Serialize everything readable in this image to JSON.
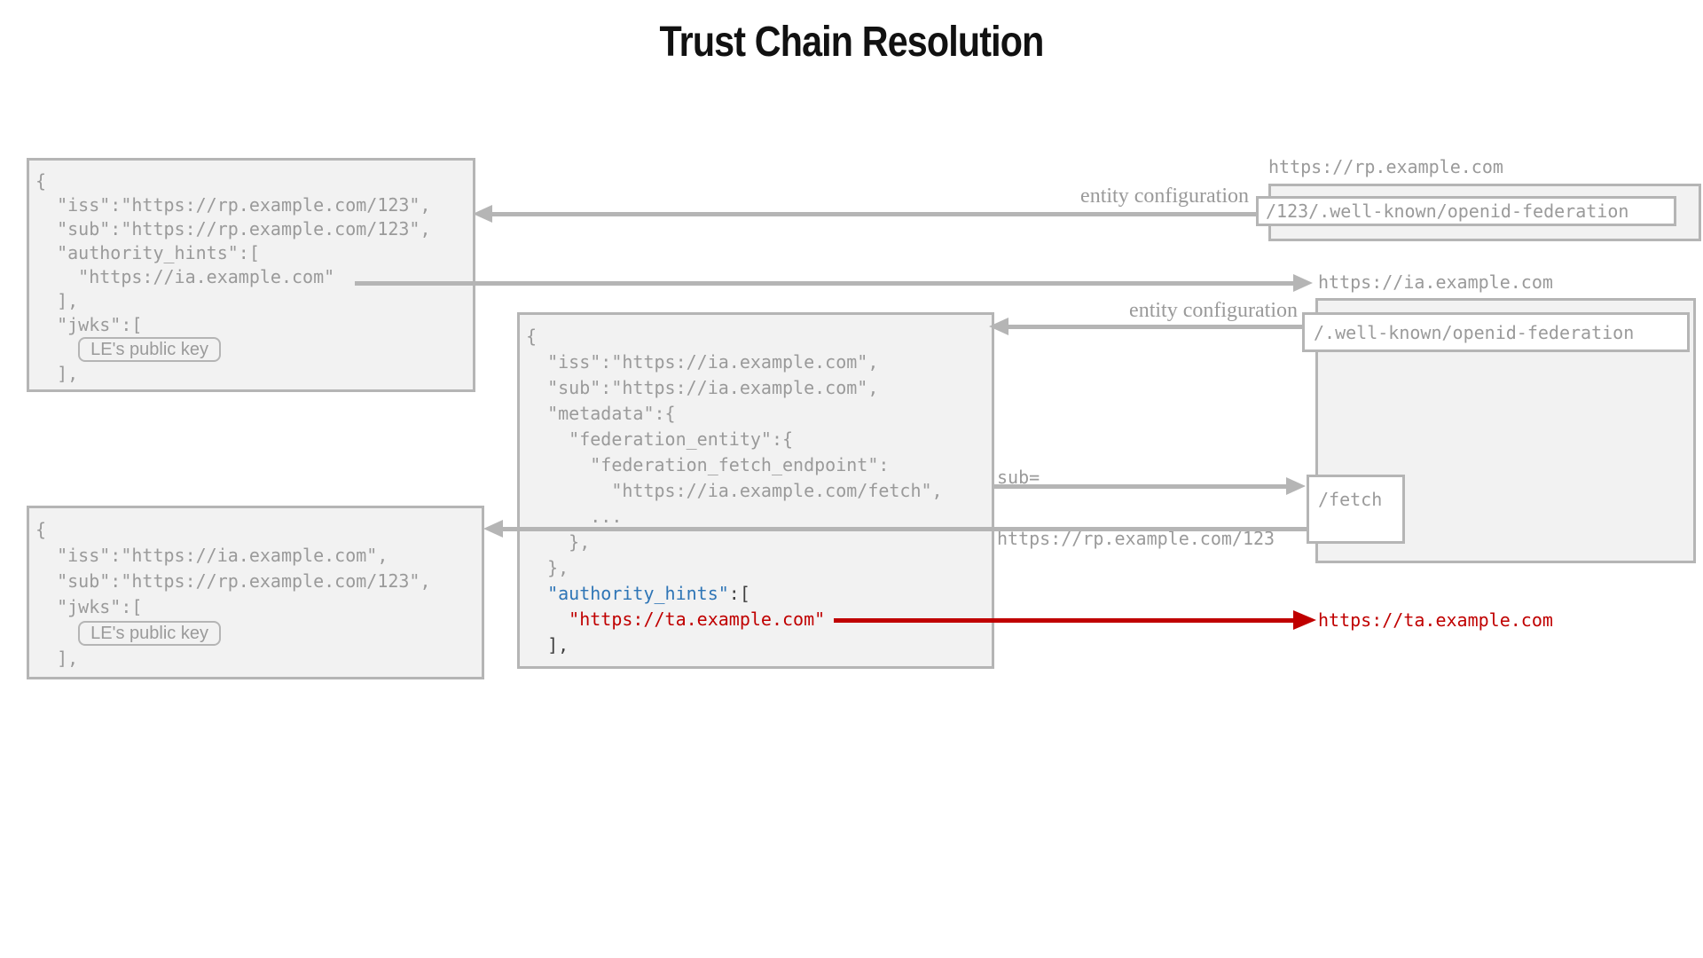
{
  "title": "Trust Chain Resolution",
  "colors": {
    "code_gray": "#9a9a9a",
    "box_border": "#b5b5b5",
    "box_bg": "#f2f2f2",
    "highlight_blue": "#2e75b6",
    "highlight_red": "#c00000",
    "code_dark": "#3f3f3f"
  },
  "rp_config_box": {
    "lines": [
      "{",
      "  \"iss\":\"https://rp.example.com/123\",",
      "  \"sub\":\"https://rp.example.com/123\",",
      "  \"authority_hints\":[",
      "    \"https://ia.example.com\"",
      "  ],",
      "  \"jwks\":[",
      "  ],"
    ],
    "pill_indent": "    ",
    "jwks_key_pill": "LE's public key"
  },
  "ia_config_box": {
    "gray_lines": [
      "{",
      "  \"iss\":\"https://ia.example.com\",",
      "  \"sub\":\"https://ia.example.com\",",
      "  \"metadata\":{",
      "    \"federation_entity\":{",
      "      \"federation_fetch_endpoint\":",
      "        \"https://ia.example.com/fetch\",",
      "      ...",
      "    },",
      "  },"
    ],
    "authority_indent": "  ",
    "authority_key": "\"authority_hints\"",
    "authority_colon": ":[",
    "ta_indent": "    ",
    "ta_value": "\"https://ta.example.com\"",
    "closing_line": "  ],"
  },
  "subordinate_statement_box": {
    "lines": [
      "{",
      "  \"iss\":\"https://ia.example.com\",",
      "  \"sub\":\"https://rp.example.com/123\",",
      "  \"jwks\":[",
      "  ],"
    ],
    "pill_indent": "    ",
    "jwks_key_pill": "LE's public key"
  },
  "rp_entity": {
    "url": "https://rp.example.com",
    "well_known_path": "/123/.well-known/openid-federation"
  },
  "ia_entity": {
    "url": "https://ia.example.com",
    "well_known_path": "/.well-known/openid-federation",
    "fetch_path": "/fetch"
  },
  "ta_entity": {
    "url": "https://ta.example.com"
  },
  "labels": {
    "entity_configuration_rp": "entity configuration",
    "entity_configuration_ia": "entity configuration",
    "fetch_sub_line1": "sub=",
    "fetch_sub_line2": "https://rp.example.com/123"
  }
}
